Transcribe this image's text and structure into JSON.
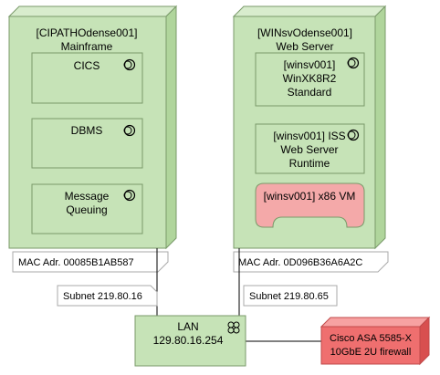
{
  "nodes": {
    "mainframe": {
      "line1": "[CIPATHOdense001]",
      "line2": "Mainframe",
      "components": [
        {
          "lines": [
            "CICS"
          ]
        },
        {
          "lines": [
            "DBMS"
          ]
        },
        {
          "lines": [
            "Message",
            "Queuing"
          ]
        }
      ],
      "mac_note": "MAC Adr. 00085B1AB587"
    },
    "webserver": {
      "line1": "[WINsvOdense001]",
      "line2": "Web Server",
      "components": [
        {
          "lines": [
            "[winsv001]",
            "WinXK8R2",
            "Standard"
          ]
        },
        {
          "lines": [
            "[winsv001] ISS",
            "Web Server",
            "Runtime"
          ]
        }
      ],
      "vm": {
        "label": "[winsv001] x86 VM"
      },
      "mac_note": "MAC Adr. 0D096B36A6A2C"
    }
  },
  "subnets": {
    "left": "Subnet 219.80.16",
    "right": "Subnet 219.80.65"
  },
  "lan": {
    "line1": "LAN",
    "line2": "129.80.16.254"
  },
  "firewall": {
    "line1": "Cisco ASA 5585-X",
    "line2": "10GbE 2U firewall"
  },
  "colors": {
    "node_fill": "#c6e3b7",
    "node_top": "#d8eccd",
    "node_side": "#b0d59c",
    "border": "#7a9a6a",
    "firewall_fill": "#ef6f6f",
    "firewall_top": "#f7a2a2",
    "firewall_side": "#d84f4f",
    "vm_fill": "#f4a9a9"
  }
}
